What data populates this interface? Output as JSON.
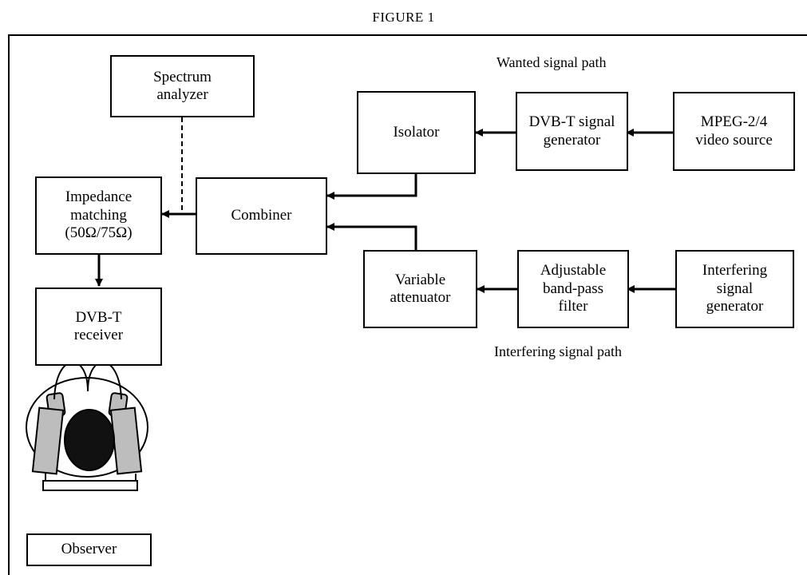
{
  "figure_title": "FIGURE 1",
  "labels": {
    "wanted_path": "Wanted signal path",
    "interfering_path": "Interfering signal path"
  },
  "boxes": {
    "spectrum_analyzer": "Spectrum\nanalyzer",
    "isolator": "Isolator",
    "dvbt_signal_generator": "DVB-T signal\ngenerator",
    "mpeg_video_source": "MPEG-2/4\nvideo source",
    "impedance_matching": "Impedance\nmatching\n(50Ω/75Ω)",
    "combiner": "Combiner",
    "variable_attenuator": "Variable\nattenuator",
    "band_pass_filter": "Adjustable\nband-pass\nfilter",
    "interfering_generator": "Interfering\nsignal\ngenerator",
    "dvbt_receiver": "DVB-T\nreceiver",
    "observer": "Observer"
  }
}
